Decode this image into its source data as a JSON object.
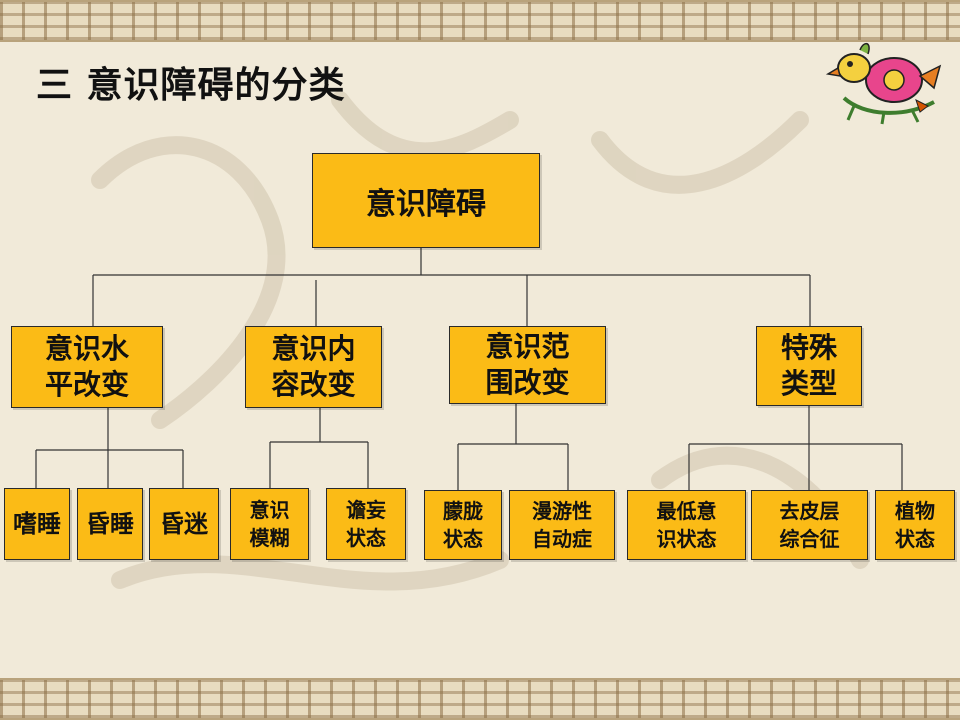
{
  "title": "三 意识障碍的分类",
  "root": {
    "label": "意识障碍"
  },
  "categories": [
    {
      "label": "意识水\n平改变"
    },
    {
      "label": "意识内\n容改变"
    },
    {
      "label": "意识范\n围改变"
    },
    {
      "label": "特殊\n类型"
    }
  ],
  "leaves": [
    {
      "label": "嗜睡"
    },
    {
      "label": "昏睡"
    },
    {
      "label": "昏迷"
    },
    {
      "label": "意识\n模糊"
    },
    {
      "label": "谵妄\n状态"
    },
    {
      "label": "朦胧\n状态"
    },
    {
      "label": "漫游性\n自动症"
    },
    {
      "label": "最低意\n识状态"
    },
    {
      "label": "去皮层\n综合征"
    },
    {
      "label": "植物\n状态"
    }
  ],
  "colors": {
    "box_fill": "#fbbb16",
    "line": "#333333",
    "background": "#f1ead9"
  }
}
